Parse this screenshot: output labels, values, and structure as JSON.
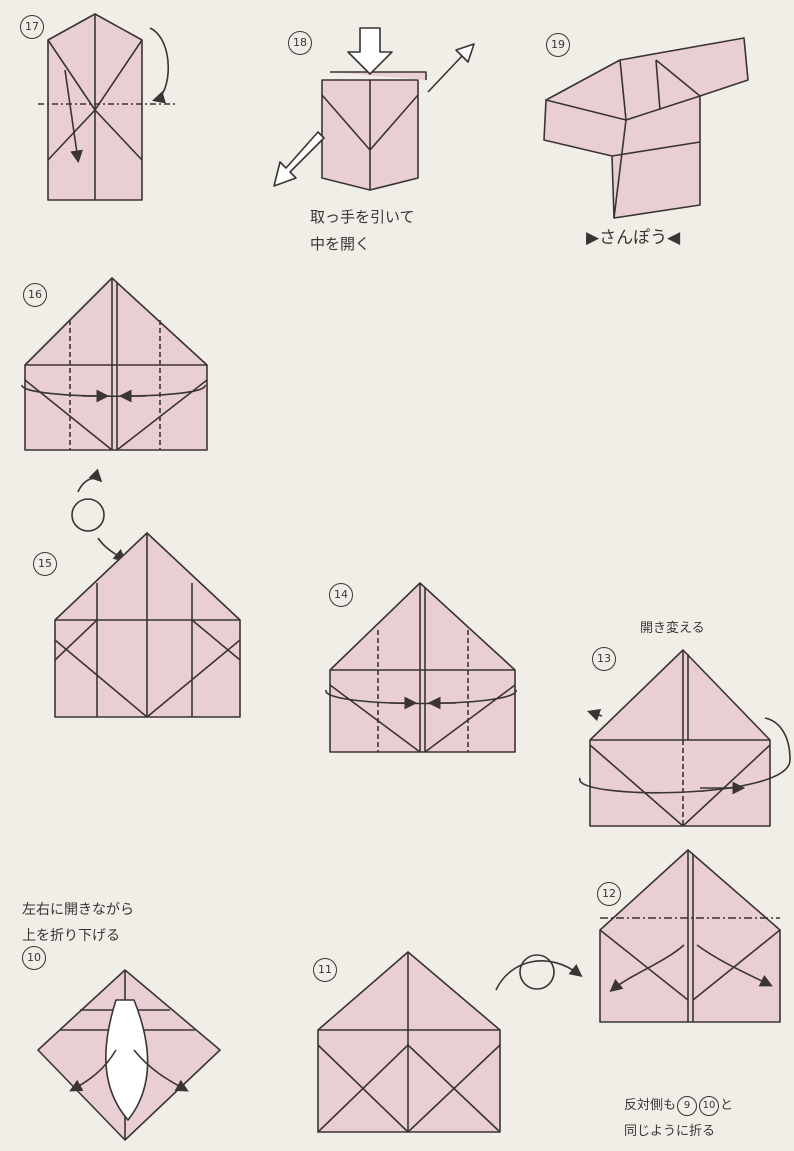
{
  "steps": {
    "s10": {
      "number": "10",
      "caption_line1": "左右に開きながら",
      "caption_line2": "上を折り下げる"
    },
    "s11": {
      "number": "11"
    },
    "s12": {
      "number": "12",
      "caption_pre": "反対側も",
      "ref_a": "9",
      "ref_b": "10",
      "caption_mid": "と",
      "caption_line2": "同じように折る"
    },
    "s13": {
      "number": "13",
      "caption": "開き変える"
    },
    "s14": {
      "number": "14"
    },
    "s15": {
      "number": "15"
    },
    "s16": {
      "number": "16"
    },
    "s17": {
      "number": "17"
    },
    "s18": {
      "number": "18",
      "caption_line1": "取っ手を引いて",
      "caption_line2": "中を開く"
    },
    "s19": {
      "number": "19",
      "result_label": "▶さんぽう◀"
    }
  },
  "colors": {
    "paper": "#e9cfd3",
    "line": "#3a3434",
    "background": "#f1eee8"
  }
}
